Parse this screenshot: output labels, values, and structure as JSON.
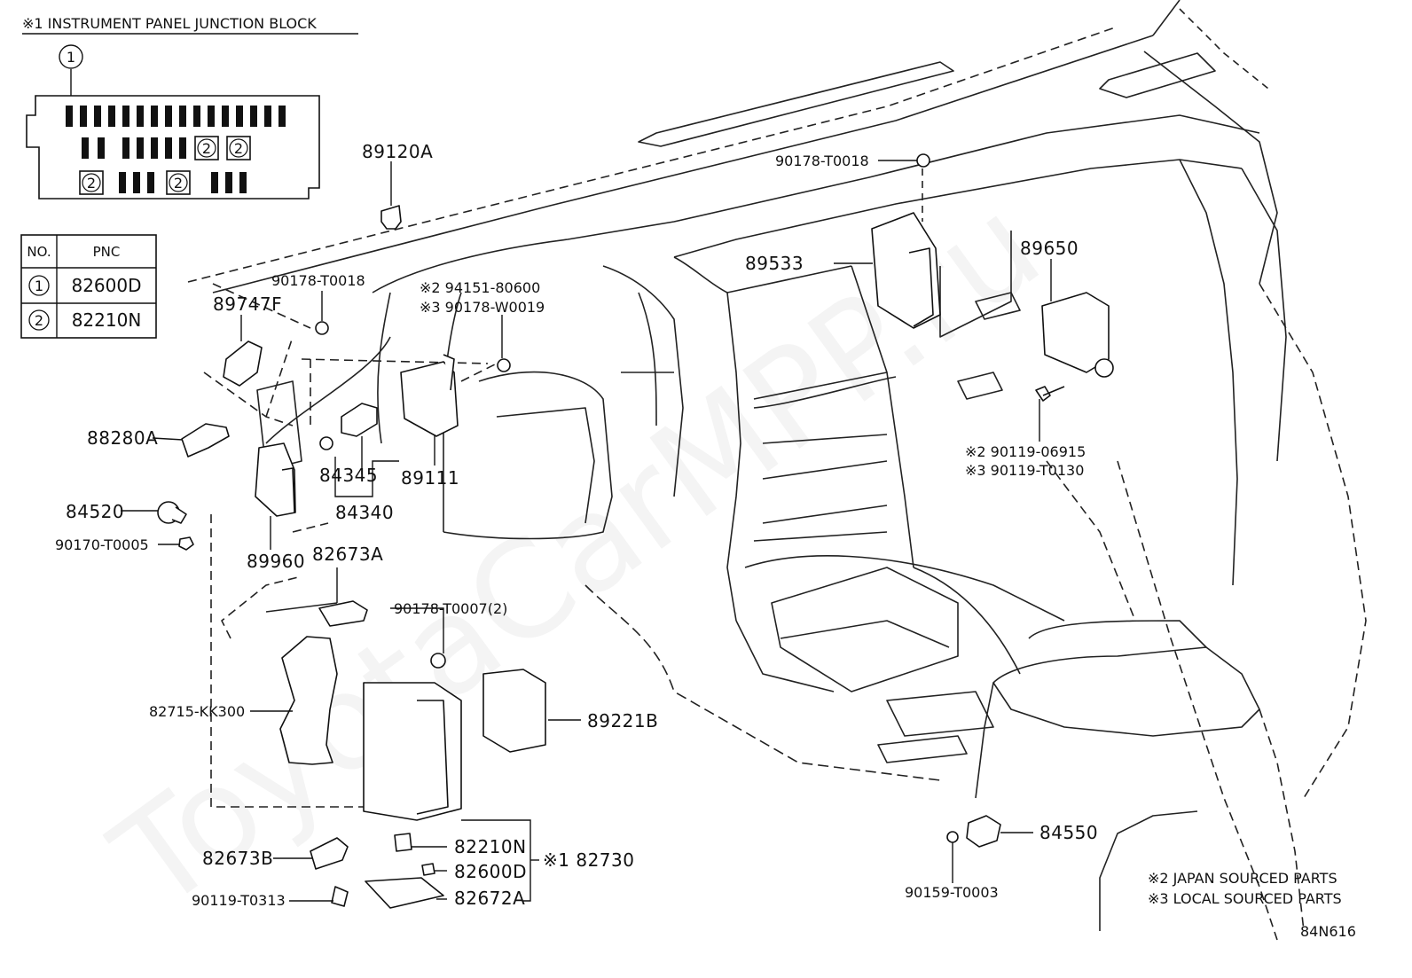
{
  "junction_block": {
    "title": "※1 INSTRUMENT PANEL JUNCTION BLOCK",
    "callout": "1",
    "marker_label": "2"
  },
  "table": {
    "headers": [
      "NO.",
      "PNC"
    ],
    "rows": [
      {
        "no": "1",
        "pnc": "82600D"
      },
      {
        "no": "2",
        "pnc": "82210N"
      }
    ]
  },
  "parts": {
    "p89120A": "89120A",
    "p90178T0018_top": "90178-T0018",
    "p89533": "89533",
    "p89650": "89650",
    "p89747F": "89747F",
    "p90178T0018_left": "90178-T0018",
    "p94151": "※2 94151-80600",
    "p90178W0019": "※3 90178-W0019",
    "p88280A": "88280A",
    "p84345": "84345",
    "p84340": "84340",
    "p89111": "89111",
    "p84520": "84520",
    "p90170T0005": "90170-T0005",
    "p89960": "89960",
    "p82673A": "82673A",
    "p90178T0007": "90178-T0007(2)",
    "p82715": "82715-KK300",
    "p89221B": "89221B",
    "p90119_06915": "※2 90119-06915",
    "p90119_T0130": "※3 90119-T0130",
    "p84550": "84550",
    "p90159": "90159-T0003",
    "p82673B": "82673B",
    "p90119_T0313": "90119-T0313",
    "p82210N": "82210N",
    "p82600D": "82600D",
    "p82672A": "82672A",
    "p82730": "※1 82730"
  },
  "notes": {
    "japan": "※2 JAPAN SOURCED PARTS",
    "local": "※3 LOCAL SOURCED PARTS"
  },
  "diagram_code": "84N616",
  "watermark": "ToyotaCarMPP.ru"
}
